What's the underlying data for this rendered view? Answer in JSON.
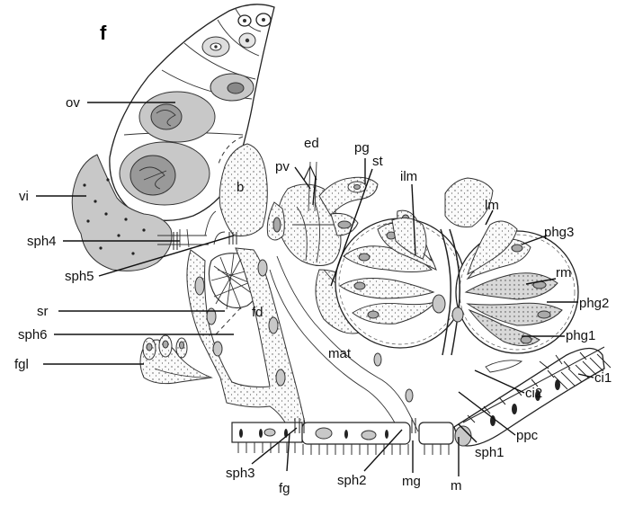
{
  "figure": {
    "panel_letter": "f",
    "labels": {
      "ov": "ov",
      "vi": "vi",
      "sph4": "sph4",
      "sph5": "sph5",
      "sr": "sr",
      "sph6": "sph6",
      "fgl": "fgl",
      "b": "b",
      "fd": "fd",
      "pv": "pv",
      "ed": "ed",
      "pg": "pg",
      "st": "st",
      "ilm": "ilm",
      "lm": "lm",
      "phg3": "phg3",
      "rm": "rm",
      "phg2": "phg2",
      "phg1": "phg1",
      "mat": "mat",
      "ci1": "ci1",
      "ci2": "ci2",
      "ppc": "ppc",
      "sph1": "sph1",
      "m": "m",
      "mg": "mg",
      "sph2": "sph2",
      "fg": "fg",
      "sph3": "sph3"
    },
    "colors": {
      "line": "#111111",
      "stipple_fill": "#f2f2f2",
      "grey_fill": "#c8c8c8",
      "dark_grey_fill": "#a9a9a9"
    }
  }
}
